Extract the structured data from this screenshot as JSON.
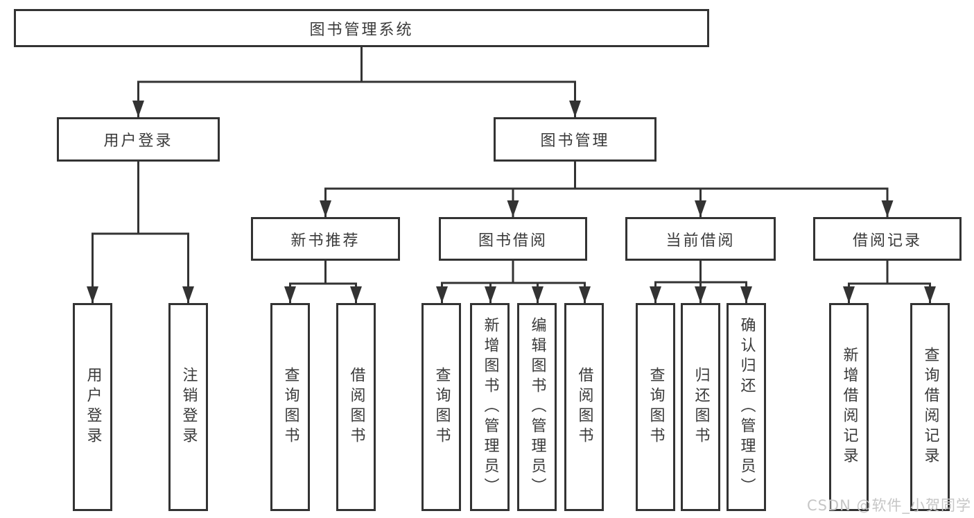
{
  "diagram": {
    "type": "hierarchy-tree",
    "root": {
      "label": "图书管理系统",
      "children": [
        {
          "label": "用户登录",
          "children": [
            {
              "label": "用户登录"
            },
            {
              "label": "注销登录"
            }
          ]
        },
        {
          "label": "图书管理",
          "children": [
            {
              "label": "新书推荐",
              "children": [
                {
                  "label": "查询图书"
                },
                {
                  "label": "借阅图书"
                }
              ]
            },
            {
              "label": "图书借阅",
              "children": [
                {
                  "label": "查询图书"
                },
                {
                  "label": "新增图书（管理员）"
                },
                {
                  "label": "编辑图书（管理员）"
                },
                {
                  "label": "借阅图书"
                }
              ]
            },
            {
              "label": "当前借阅",
              "children": [
                {
                  "label": "查询图书"
                },
                {
                  "label": "归还图书"
                },
                {
                  "label": "确认归还（管理员）"
                }
              ]
            },
            {
              "label": "借阅记录",
              "children": [
                {
                  "label": "新增借阅记录"
                },
                {
                  "label": "查询借阅记录"
                }
              ]
            }
          ]
        }
      ]
    }
  },
  "watermark": {
    "text": "CSDN @软件_小贺同学"
  },
  "colors": {
    "background": "#ffffff",
    "line": "#333333",
    "box_border": "#333333",
    "text": "#3a3a3a",
    "watermark": "#c6c6c6"
  }
}
